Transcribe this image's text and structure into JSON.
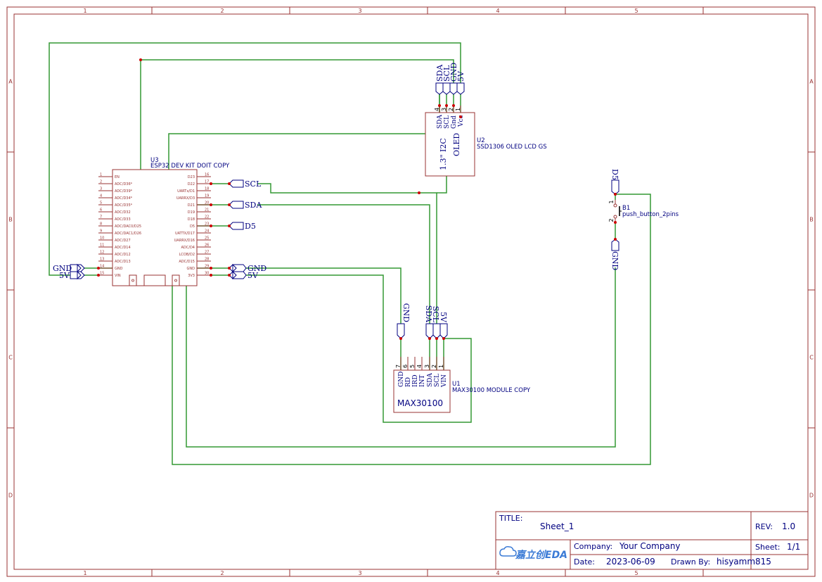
{
  "sheet": {
    "column_labels": [
      "1",
      "2",
      "3",
      "4",
      "5"
    ],
    "row_labels": [
      "A",
      "B",
      "C",
      "D"
    ]
  },
  "title_block": {
    "title_label": "TITLE:",
    "title": "Sheet_1",
    "rev_label": "REV:",
    "rev": "1.0",
    "logo_text": "嘉立创EDA",
    "company_label": "Company:",
    "company": "Your Company",
    "sheet_label": "Sheet:",
    "sheet": "1/1",
    "date_label": "Date:",
    "date": "2023-06-09",
    "drawn_by_label": "Drawn By:",
    "drawn_by": "hisyamm815"
  },
  "components": {
    "esp32": {
      "ref": "U3",
      "name": "ESP32 DEV KIT DOIT COPY",
      "left_pins": [
        {
          "num": "1",
          "name": "EN"
        },
        {
          "num": "2",
          "name": "ADC/D36*"
        },
        {
          "num": "3",
          "name": "ADC/D39*"
        },
        {
          "num": "4",
          "name": "ADC/D34*"
        },
        {
          "num": "5",
          "name": "ADC/D35*"
        },
        {
          "num": "6",
          "name": "ADC/D32"
        },
        {
          "num": "7",
          "name": "ADC/D33"
        },
        {
          "num": "8",
          "name": "ADC/DAC0/D25"
        },
        {
          "num": "9",
          "name": "ADC/DAC1/D26"
        },
        {
          "num": "10",
          "name": "ADC/D27"
        },
        {
          "num": "11",
          "name": "ADC/D14"
        },
        {
          "num": "12",
          "name": "ADC/D12"
        },
        {
          "num": "13",
          "name": "ADC/D13"
        },
        {
          "num": "14",
          "name": "GND"
        },
        {
          "num": "15",
          "name": "VIN"
        }
      ],
      "right_pins": [
        {
          "num": "16",
          "name": "D23"
        },
        {
          "num": "17",
          "name": "D22"
        },
        {
          "num": "18",
          "name": "UARTx/D1"
        },
        {
          "num": "19",
          "name": "UARRX/D3"
        },
        {
          "num": "20",
          "name": "D21"
        },
        {
          "num": "21",
          "name": "D19"
        },
        {
          "num": "22",
          "name": "D18"
        },
        {
          "num": "23",
          "name": "D5"
        },
        {
          "num": "24",
          "name": "UATTX/D17"
        },
        {
          "num": "25",
          "name": "UARRX/D16"
        },
        {
          "num": "26",
          "name": "ADC/D4"
        },
        {
          "num": "27",
          "name": "LCOB/D2"
        },
        {
          "num": "28",
          "name": "ADC/D15"
        },
        {
          "num": "29",
          "name": "GND"
        },
        {
          "num": "30",
          "name": "3V3"
        }
      ]
    },
    "oled": {
      "ref": "U2",
      "name": "SSD1306 OLED LCD GS",
      "label_1": "OLED",
      "label_2": "1.3\" I2C",
      "pins": [
        {
          "num": "4",
          "name": "SDA"
        },
        {
          "num": "3",
          "name": "SCL"
        },
        {
          "num": "2",
          "name": "Gnd"
        },
        {
          "num": "1",
          "name": "Vcc"
        }
      ]
    },
    "max30100": {
      "ref": "U1",
      "name": "MAX30100 MODULE COPY",
      "label": "MAX30100",
      "pins": [
        {
          "num": "7",
          "name": "GND"
        },
        {
          "num": "6",
          "name": "RD"
        },
        {
          "num": "5",
          "name": "IRD"
        },
        {
          "num": "4",
          "name": "INT"
        },
        {
          "num": "3",
          "name": "SDA"
        },
        {
          "num": "2",
          "name": "SCL"
        },
        {
          "num": "1",
          "name": "VIN"
        }
      ]
    },
    "button": {
      "ref": "B1",
      "name": "push_button_2pins",
      "pin_1": "1",
      "pin_2": "2"
    }
  },
  "net_labels": {
    "esp_scl": "SCL",
    "esp_sda": "SDA",
    "esp_d5": "D5",
    "esp_gnd_right": "GND",
    "esp_5v_right": "5V",
    "esp_gnd_left": "GND",
    "esp_5v_left": "5V",
    "oled_sda": "SDA",
    "oled_scl": "SCL",
    "oled_gnd": "GND",
    "oled_5v": "5V",
    "max_gnd": "GND",
    "max_sda": "SDA",
    "max_scl": "SCL",
    "max_5v": "5V",
    "btn_d5": "D5",
    "btn_gnd": "GND"
  }
}
